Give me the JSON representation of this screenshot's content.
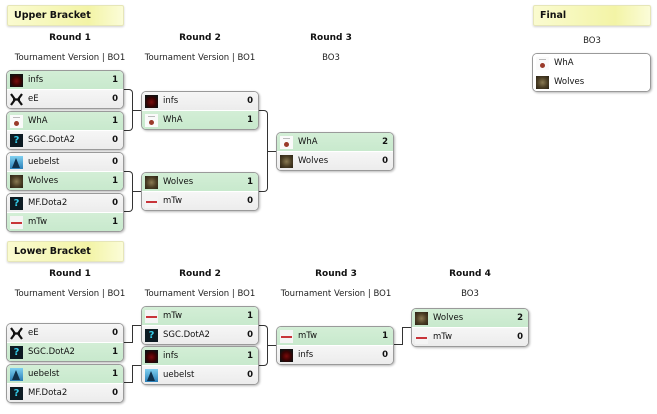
{
  "upper_bracket": {
    "title": "Upper Bracket",
    "rounds": [
      {
        "name": "Round 1",
        "format": "Tournament Version | BO1",
        "matches": [
          {
            "teams": [
              {
                "name": "infs",
                "logo": "infs-logo",
                "score": "1",
                "winner": true
              },
              {
                "name": "eE",
                "logo": "ee-logo",
                "score": "0",
                "winner": false
              }
            ]
          },
          {
            "teams": [
              {
                "name": "WhA",
                "logo": "wha-logo",
                "score": "1",
                "winner": true
              },
              {
                "name": "SGC.DotA2",
                "logo": "sgc-logo",
                "score": "0",
                "winner": false
              }
            ]
          },
          {
            "teams": [
              {
                "name": "uebelst",
                "logo": "uebelst-logo",
                "score": "0",
                "winner": false
              },
              {
                "name": "Wolves",
                "logo": "wolves-logo",
                "score": "1",
                "winner": true
              }
            ]
          },
          {
            "teams": [
              {
                "name": "MF.Dota2",
                "logo": "mf-logo",
                "score": "0",
                "winner": false
              },
              {
                "name": "mTw",
                "logo": "mtw-logo",
                "score": "1",
                "winner": true
              }
            ]
          }
        ]
      },
      {
        "name": "Round 2",
        "format": "Tournament Version | BO1",
        "matches": [
          {
            "teams": [
              {
                "name": "infs",
                "logo": "infs-logo",
                "score": "0",
                "winner": false
              },
              {
                "name": "WhA",
                "logo": "wha-logo",
                "score": "1",
                "winner": true
              }
            ]
          },
          {
            "teams": [
              {
                "name": "Wolves",
                "logo": "wolves-logo",
                "score": "1",
                "winner": true
              },
              {
                "name": "mTw",
                "logo": "mtw-logo",
                "score": "0",
                "winner": false
              }
            ]
          }
        ]
      },
      {
        "name": "Round 3",
        "format": "BO3",
        "matches": [
          {
            "teams": [
              {
                "name": "WhA",
                "logo": "wha-logo",
                "score": "2",
                "winner": true
              },
              {
                "name": "Wolves",
                "logo": "wolves-logo",
                "score": "0",
                "winner": false
              }
            ]
          }
        ]
      }
    ]
  },
  "final": {
    "title": "Final",
    "format": "BO3",
    "teams": [
      {
        "name": "WhA",
        "logo": "wha-logo"
      },
      {
        "name": "Wolves",
        "logo": "wolves-logo"
      }
    ]
  },
  "lower_bracket": {
    "title": "Lower Bracket",
    "rounds": [
      {
        "name": "Round 1",
        "format": "Tournament Version | BO1",
        "matches": [
          {
            "teams": [
              {
                "name": "eE",
                "logo": "ee-logo",
                "score": "0",
                "winner": false
              },
              {
                "name": "SGC.DotA2",
                "logo": "sgc-logo",
                "score": "1",
                "winner": true
              }
            ]
          },
          {
            "teams": [
              {
                "name": "uebelst",
                "logo": "uebelst-logo",
                "score": "1",
                "winner": true
              },
              {
                "name": "MF.Dota2",
                "logo": "mf-logo",
                "score": "0",
                "winner": false
              }
            ]
          }
        ]
      },
      {
        "name": "Round 2",
        "format": "Tournament Version | BO1",
        "matches": [
          {
            "teams": [
              {
                "name": "mTw",
                "logo": "mtw-logo",
                "score": "1",
                "winner": true
              },
              {
                "name": "SGC.DotA2",
                "logo": "sgc-logo",
                "score": "0",
                "winner": false
              }
            ]
          },
          {
            "teams": [
              {
                "name": "infs",
                "logo": "infs-logo",
                "score": "1",
                "winner": true
              },
              {
                "name": "uebelst",
                "logo": "uebelst-logo",
                "score": "0",
                "winner": false
              }
            ]
          }
        ]
      },
      {
        "name": "Round 3",
        "format": "Tournament Version | BO1",
        "matches": [
          {
            "teams": [
              {
                "name": "mTw",
                "logo": "mtw-logo",
                "score": "1",
                "winner": true
              },
              {
                "name": "infs",
                "logo": "infs-logo",
                "score": "0",
                "winner": false
              }
            ]
          }
        ]
      },
      {
        "name": "Round 4",
        "format": "BO3",
        "matches": [
          {
            "teams": [
              {
                "name": "Wolves",
                "logo": "wolves-logo",
                "score": "2",
                "winner": true
              },
              {
                "name": "mTw",
                "logo": "mtw-logo",
                "score": "0",
                "winner": false
              }
            ]
          }
        ]
      }
    ]
  }
}
